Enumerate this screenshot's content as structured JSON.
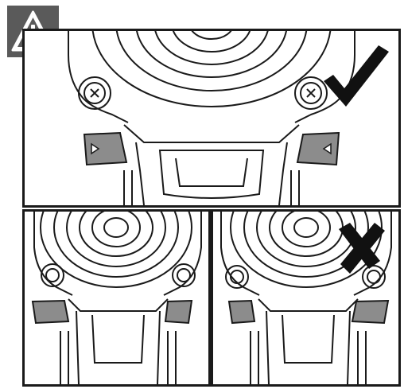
{
  "warning": {
    "icon": "warning-triangle-icon",
    "badge_color": "#5a5a5a"
  },
  "panels": [
    {
      "id": "top",
      "verdict": "correct",
      "verdict_icon": "checkmark-icon",
      "buttons": "flush"
    },
    {
      "id": "bottom-left",
      "verdict": "none",
      "buttons": "pressed-left"
    },
    {
      "id": "bottom-right",
      "verdict": "incorrect",
      "verdict_icon": "cross-icon",
      "buttons": "pressed-right"
    }
  ],
  "colors": {
    "line": "#1a1a1a",
    "button_fill": "#8c8c8c",
    "background": "#ffffff"
  }
}
